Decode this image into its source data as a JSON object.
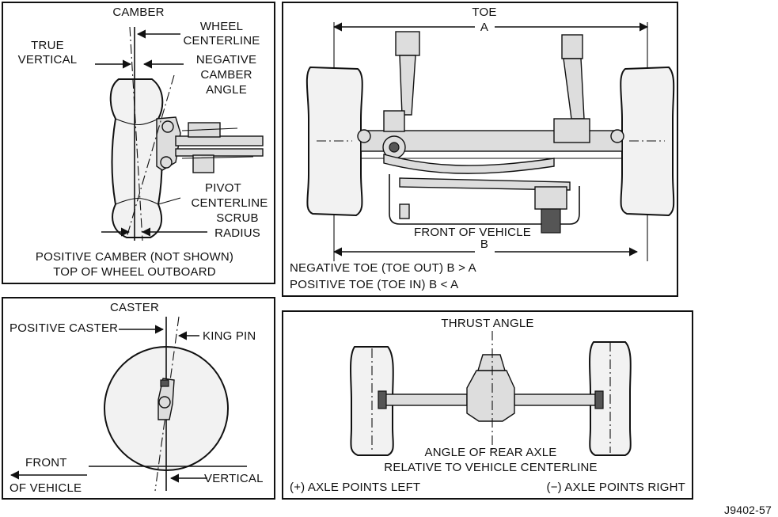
{
  "camber": {
    "title": "CAMBER",
    "wheel_centerline_1": "WHEEL",
    "wheel_centerline_2": "CENTERLINE",
    "true_vertical_1": "TRUE",
    "true_vertical_2": "VERTICAL",
    "negative_camber_1": "NEGATIVE",
    "negative_camber_2": "CAMBER",
    "negative_camber_3": "ANGLE",
    "pivot_centerline_1": "PIVOT",
    "pivot_centerline_2": "CENTERLINE",
    "scrub_radius_1": "SCRUB",
    "scrub_radius_2": "RADIUS",
    "caption_1": "POSITIVE CAMBER (NOT SHOWN)",
    "caption_2": "TOP OF WHEEL OUTBOARD"
  },
  "toe": {
    "title": "TOE",
    "dim_a": "A",
    "dim_b": "B",
    "front_of_vehicle": "FRONT OF VEHICLE",
    "negative_toe": "NEGATIVE TOE (TOE OUT) B > A",
    "positive_toe": "POSITIVE TOE (TOE IN) B < A"
  },
  "caster": {
    "title": "CASTER",
    "positive_caster": "POSITIVE CASTER",
    "king_pin": "KING PIN",
    "front_1": "FRONT",
    "front_2": "OF VEHICLE",
    "vertical": "VERTICAL"
  },
  "thrust": {
    "title": "THRUST ANGLE",
    "caption_1": "ANGLE OF REAR AXLE",
    "caption_2": "RELATIVE TO VEHICLE CENTERLINE",
    "left_note": "(+) AXLE POINTS LEFT",
    "right_note": "(−) AXLE POINTS RIGHT"
  },
  "figure_id": "J9402-57"
}
